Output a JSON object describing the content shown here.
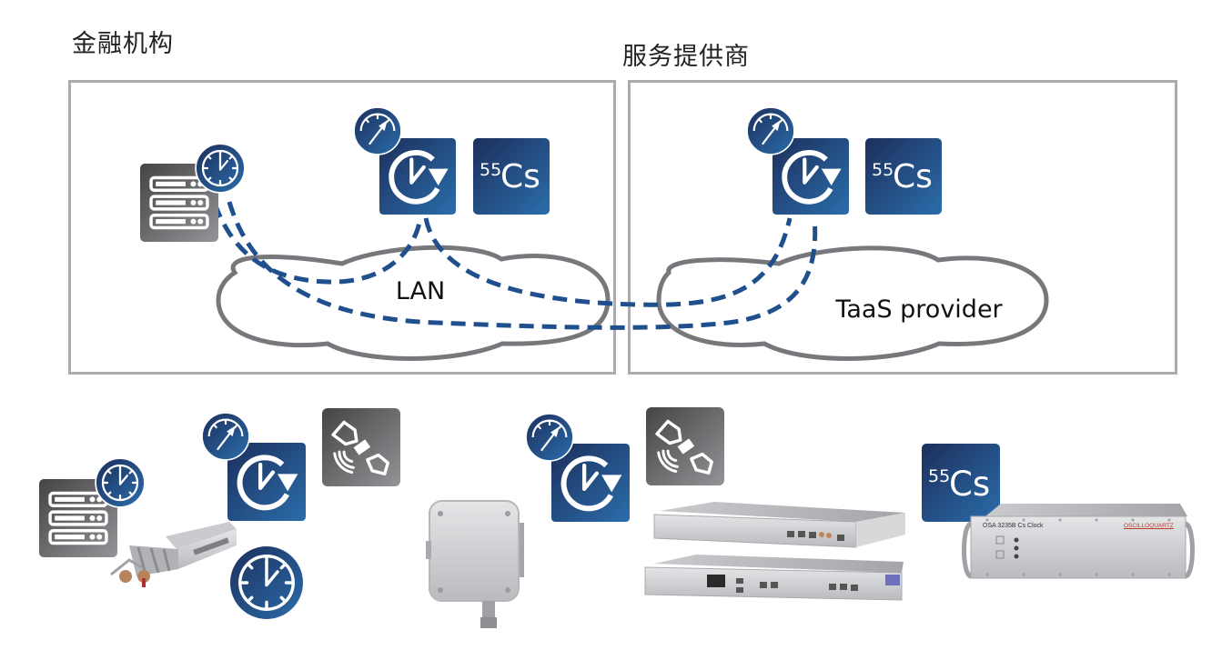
{
  "zones": {
    "institution": {
      "title": "金融机构",
      "network_label": "LAN"
    },
    "provider": {
      "title": "服务提供商",
      "network_label": "TaaS provider"
    }
  },
  "icons": {
    "cesium": {
      "mass_number": "55",
      "symbol": "Cs"
    }
  },
  "devices": {
    "cs_clock": {
      "model_label": "OSA 3235B Cs Clock",
      "brand_label": "OSCILLOQUARTZ"
    }
  },
  "colors": {
    "icon_blue_dark": "#1f3a68",
    "icon_blue_light": "#2a6aa8",
    "icon_grey_dark": "#4a4a4c",
    "icon_grey_light": "#8a8b8e",
    "link_dash": "#1f4f8c",
    "cloud_stroke": "#77787b",
    "zone_border": "#a9abae"
  }
}
